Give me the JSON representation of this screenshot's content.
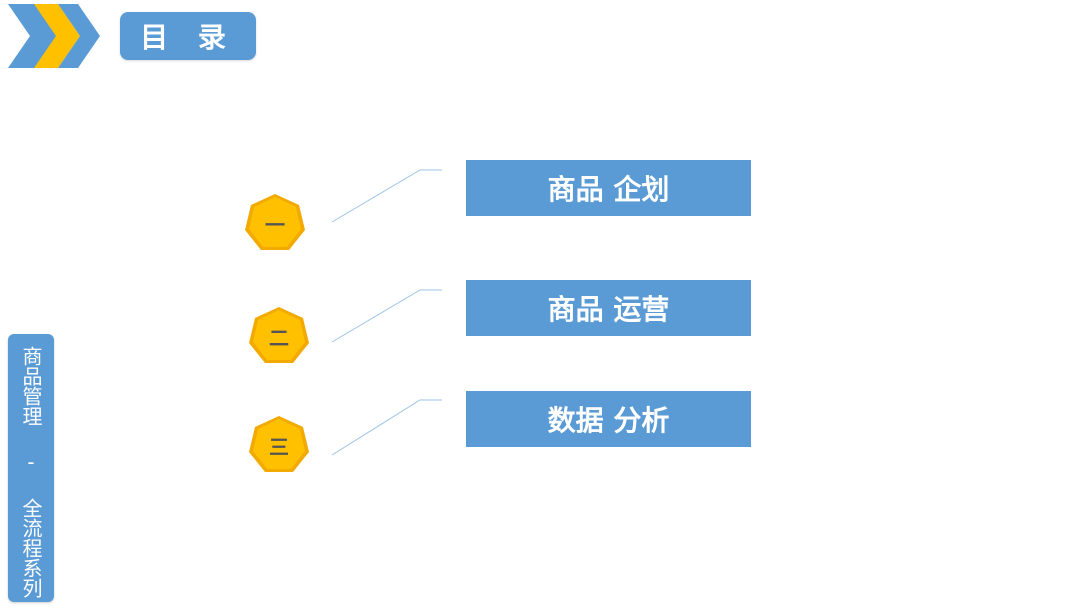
{
  "header": {
    "title": "目 录"
  },
  "side_tab": {
    "label": "商品管理 - 全流程系列"
  },
  "colors": {
    "blue": "#5b9bd5",
    "yellow": "#ffc000",
    "yellow_dark": "#f2a900",
    "line": "#9dc3e6"
  },
  "menu": [
    {
      "number": "一",
      "label": "商品 企划"
    },
    {
      "number": "二",
      "label": "商品 运营"
    },
    {
      "number": "三",
      "label": "数据 分析"
    }
  ]
}
